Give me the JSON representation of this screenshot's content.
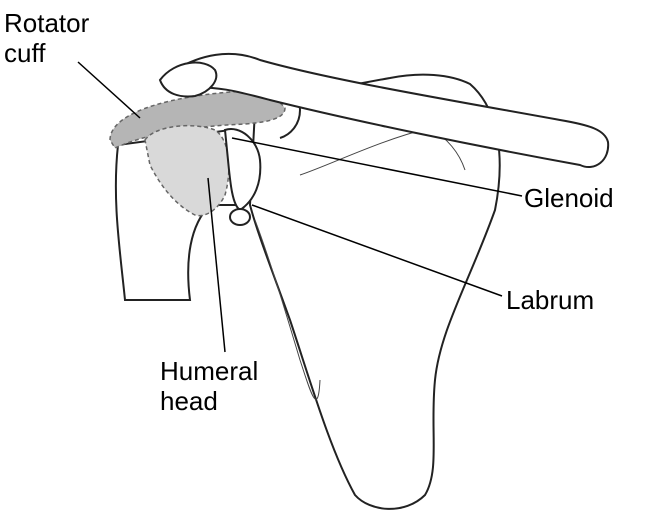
{
  "labels": {
    "rotator_cuff": [
      "Rotator",
      "cuff"
    ],
    "glenoid": "Glenoid",
    "labrum": "Labrum",
    "humeral_head": [
      "Humeral",
      "head"
    ]
  },
  "colors": {
    "outline": "#222222",
    "rotator_cuff_fill": "#b5b5b5",
    "humeral_head_fill": "#d9d9d9",
    "bone_fill": "#ffffff",
    "leader_line": "#000000"
  }
}
